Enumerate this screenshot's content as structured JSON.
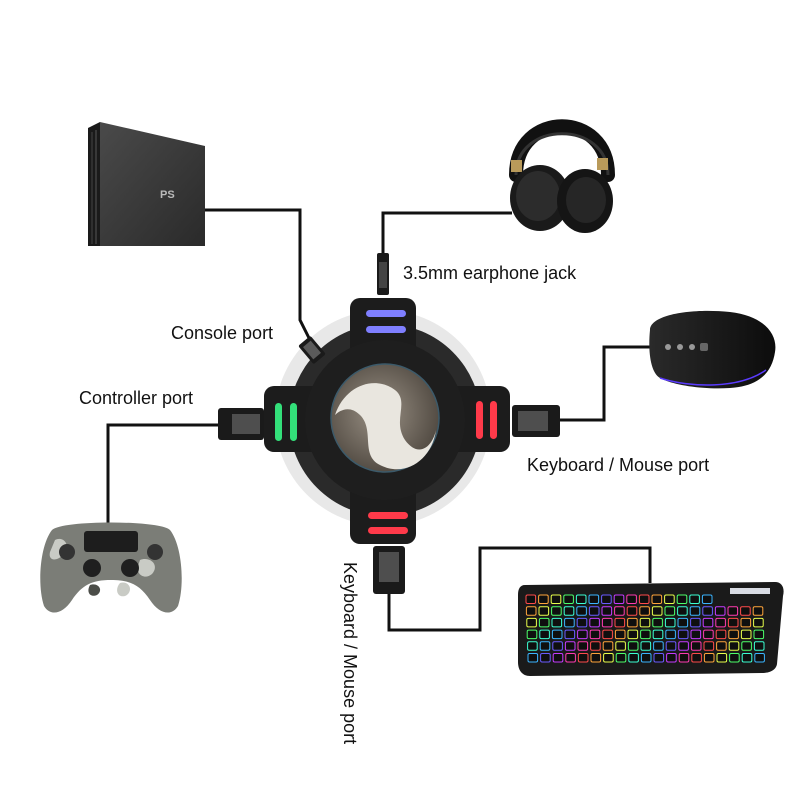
{
  "labels": {
    "console_port": "Console port",
    "earphone_jack": "3.5mm earphone jack",
    "controller_port": "Controller port",
    "keyboard_mouse_port_right": "Keyboard / Mouse port",
    "keyboard_mouse_port_bottom": "Keyboard / Mouse port"
  },
  "console_logo": "PS",
  "colors": {
    "cable": "#111111",
    "hub_body": "#1c1c1c",
    "led_top": "#7f7fff",
    "led_left": "#33e07a",
    "led_right": "#ff3a4a",
    "led_bottom": "#ff3a4a"
  }
}
